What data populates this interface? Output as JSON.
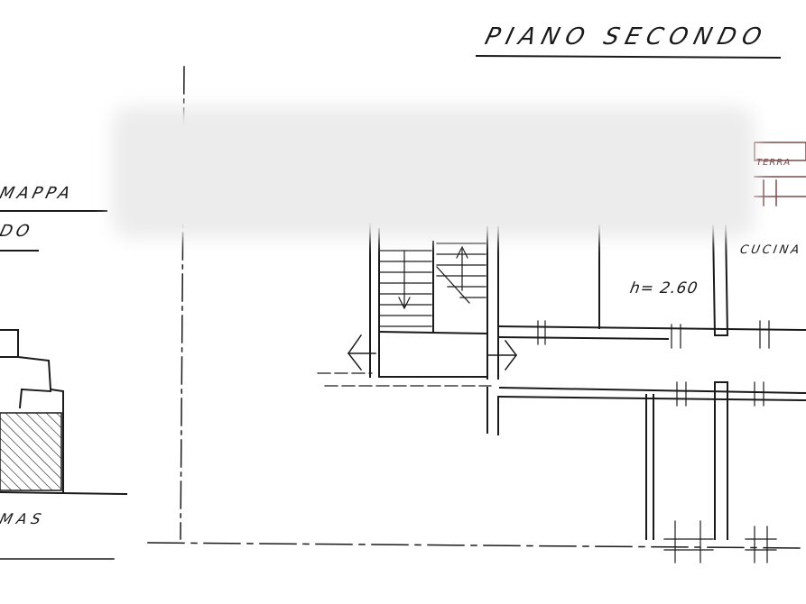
{
  "labels": {
    "title": "PIANO SECONDO",
    "map_fragment": "MAPPA",
    "map_fragment_2": "DO",
    "lower_left_fragment": "MAS",
    "kitchen": "CUCINA",
    "terrace": "TERRA",
    "height": "h= 2.60"
  }
}
